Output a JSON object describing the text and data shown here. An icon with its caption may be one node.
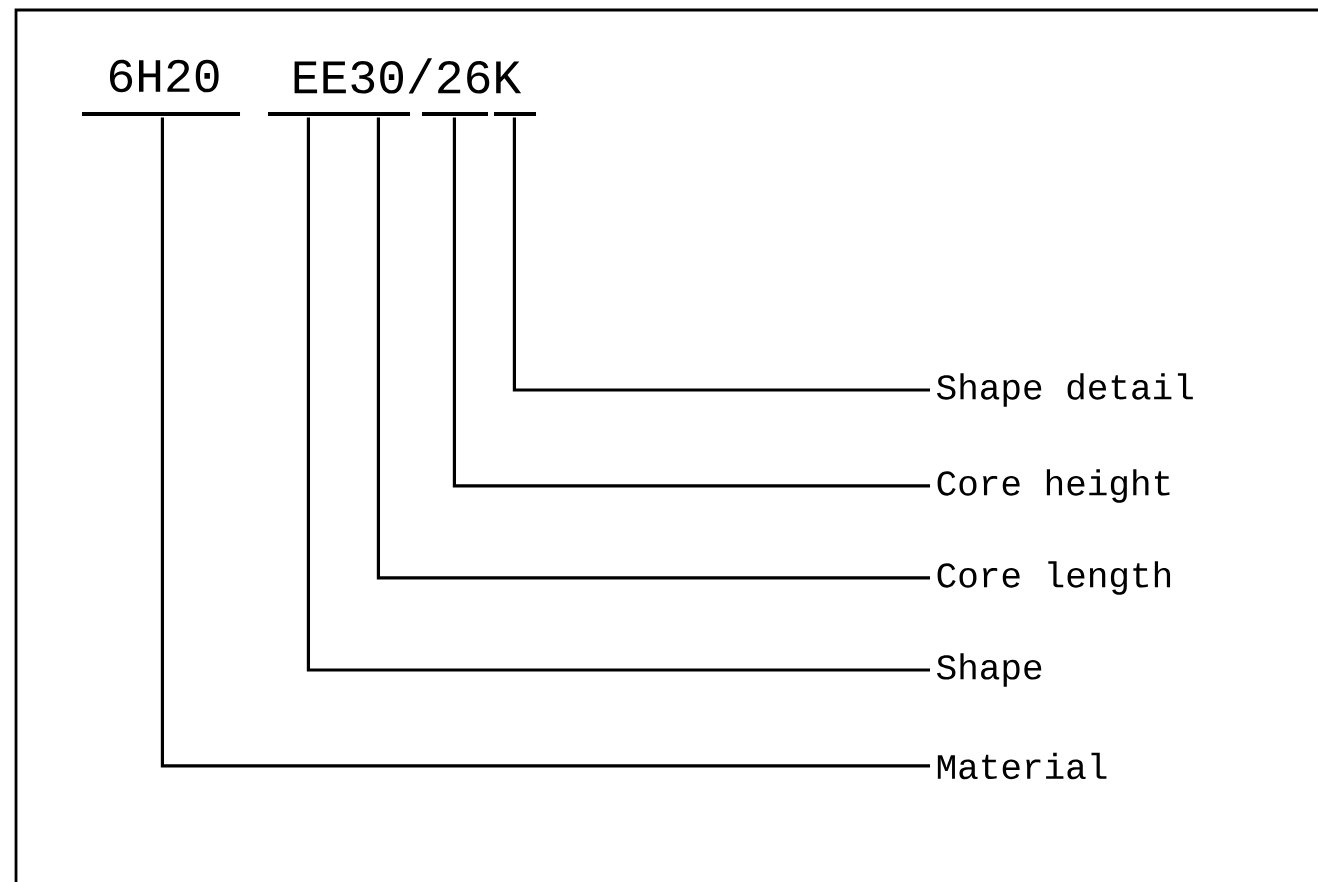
{
  "diagram": {
    "nodes": [
      {
        "text": [
          "6H20"
        ]
      },
      {
        "text": [
          "EE30/26K"
        ]
      },
      {
        "text": [],
        "shape": "bar"
      },
      {
        "text": [],
        "shape": "bar"
      },
      {
        "text": [],
        "shape": "bar"
      },
      {
        "text": [],
        "shape": "bar"
      },
      {
        "text": [
          "Shape detail"
        ]
      },
      {
        "text": [
          "Core height"
        ]
      },
      {
        "text": [
          "Core length"
        ]
      },
      {
        "text": [
          "Shape"
        ]
      },
      {
        "text": [
          "Material"
        ]
      }
    ],
    "edges": [
      {
        "from": 6,
        "to": 5,
        "arrow": "none"
      },
      {
        "from": 7,
        "to": 4,
        "arrow": "none"
      },
      {
        "from": 8,
        "to": 3,
        "arrow": "none"
      },
      {
        "from": 9,
        "to": 3,
        "arrow": "none"
      },
      {
        "from": 10,
        "to": 2,
        "arrow": "none"
      }
    ]
  }
}
